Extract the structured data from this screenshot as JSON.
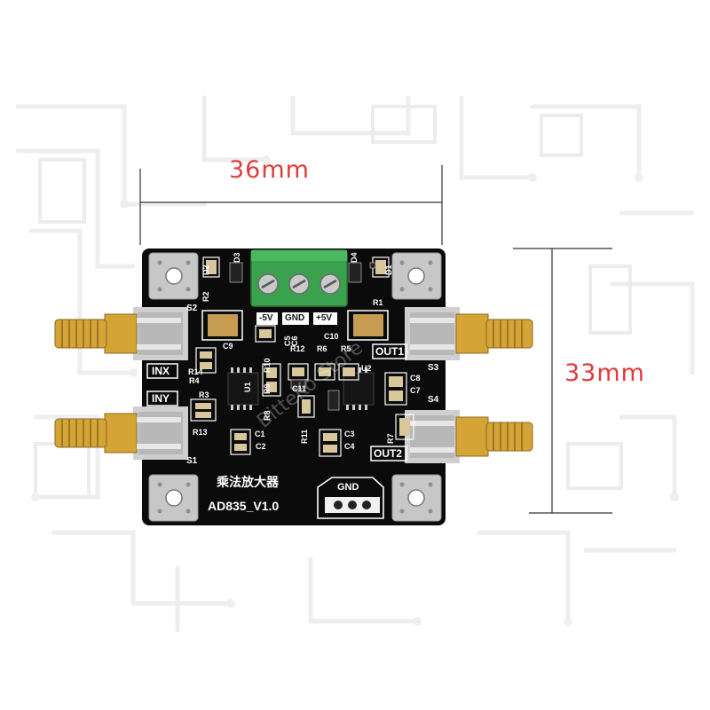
{
  "dimensions": {
    "width_label": "36mm",
    "height_label": "33mm",
    "label_color": "#e03c3c"
  },
  "board": {
    "title_cn": "乘法放大器",
    "model": "AD835_V1.0",
    "pcb_color": "#0b0b0b",
    "terminal_color": "#3aa24f",
    "connector_color": "#d4a437",
    "watermark": "BitteKo Store",
    "power_labels": [
      "-5V",
      "GND",
      "+5V"
    ],
    "gnd_header_label": "GND",
    "ports": {
      "inx": "INX",
      "iny": "INY",
      "out1": "OUT1",
      "out2": "OUT2"
    },
    "sma_labels": [
      "S1",
      "S2",
      "S3",
      "S4"
    ],
    "chips": [
      "U1",
      "U2"
    ],
    "components": [
      "R1",
      "R2",
      "R3",
      "R4",
      "R5",
      "R6",
      "R7",
      "R8",
      "R9",
      "R10",
      "R11",
      "R12",
      "R13",
      "R14",
      "C1",
      "C2",
      "C3",
      "C4",
      "C5",
      "C6",
      "C7",
      "C8",
      "C9",
      "C10",
      "C11",
      "D1",
      "D2",
      "D3",
      "D4"
    ]
  }
}
